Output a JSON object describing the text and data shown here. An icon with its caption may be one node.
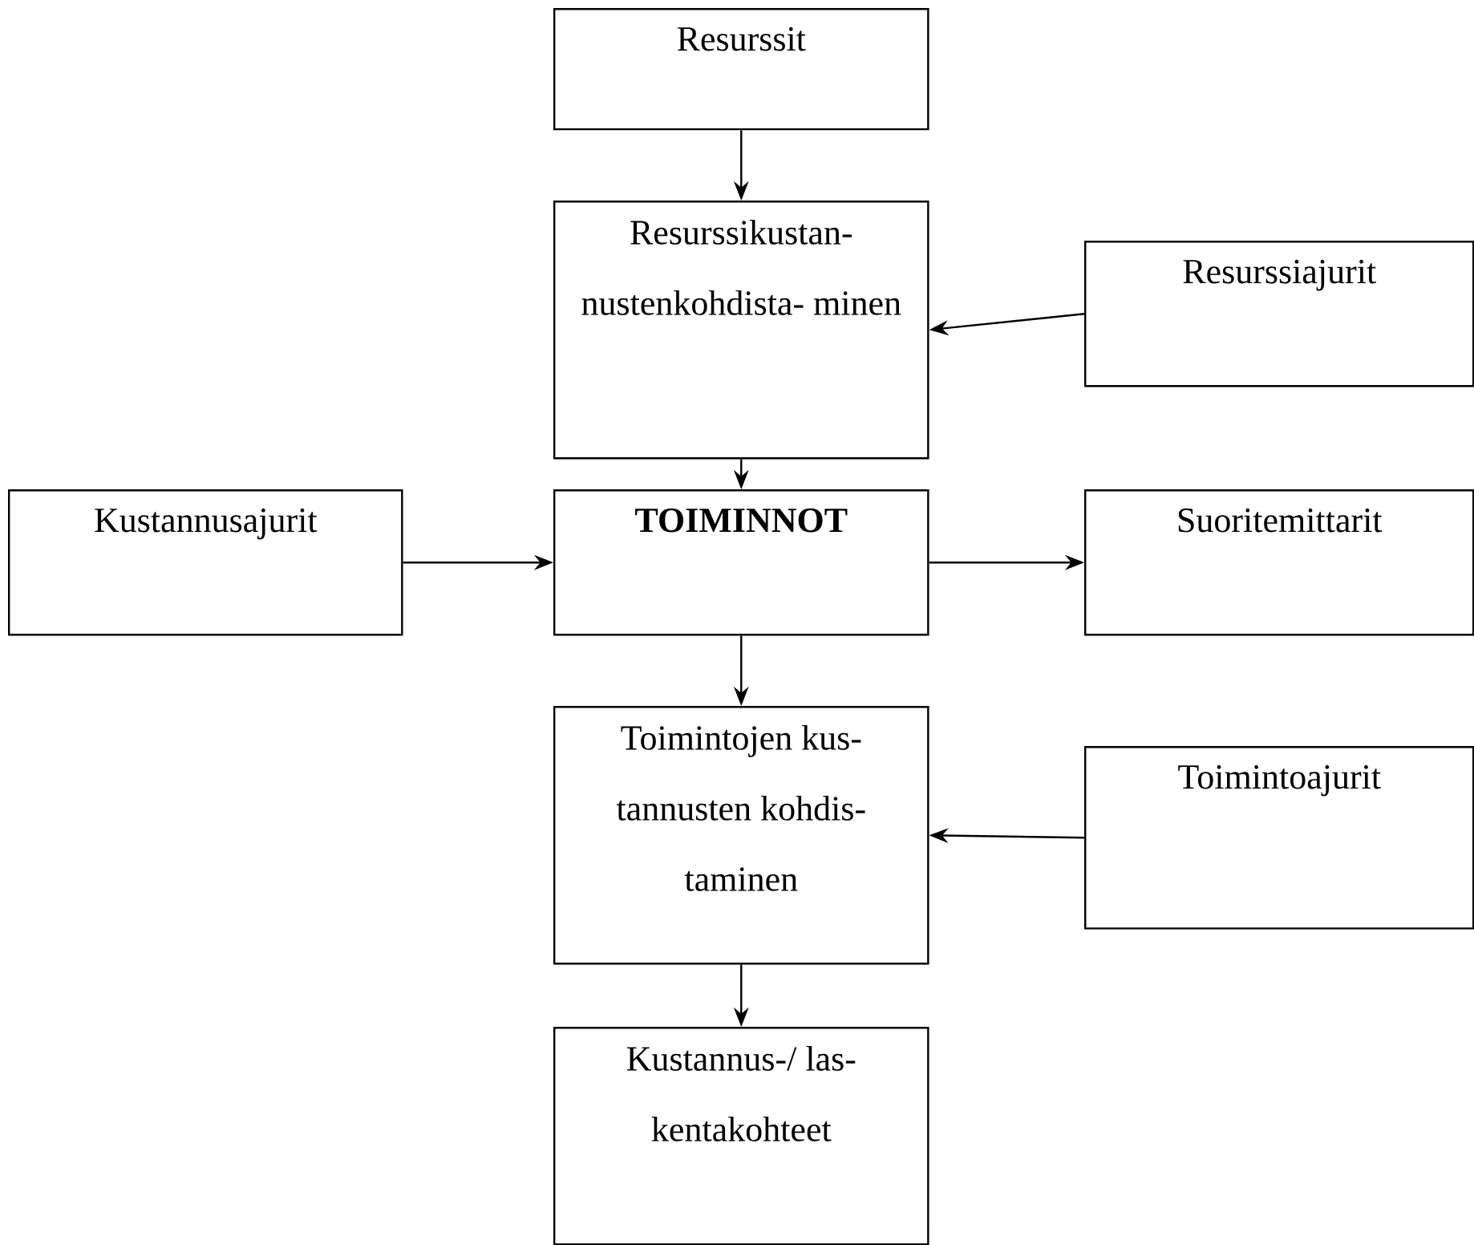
{
  "diagram": {
    "nodes": [
      {
        "text": [
          "Resurssit"
        ]
      },
      {
        "text": [
          "Resurssikustan- nustenkohdista- minen"
        ]
      },
      {
        "text": [
          "Resurssiajurit"
        ]
      },
      {
        "text": [
          "Kustannusajurit"
        ]
      },
      {
        "text": [
          "**TOIMINNOT**"
        ]
      },
      {
        "text": [
          "Suoritemittarit"
        ]
      },
      {
        "text": [
          "Toimintojen kus- tannusten kohdis- taminen"
        ]
      },
      {
        "text": [
          "Toimintoajurit"
        ]
      },
      {
        "text": [
          "Kustannus-/ las- kentakohteet"
        ]
      }
    ],
    "edges": [
      {
        "from": 0,
        "to": 1,
        "arrow": "to"
      },
      {
        "from": 2,
        "to": 1,
        "arrow": "to"
      },
      {
        "from": 1,
        "to": 4,
        "arrow": "to"
      },
      {
        "from": 3,
        "to": 4,
        "arrow": "to"
      },
      {
        "from": 4,
        "to": 5,
        "arrow": "to"
      },
      {
        "from": 4,
        "to": 6,
        "arrow": "to"
      },
      {
        "from": 7,
        "to": 6,
        "arrow": "to"
      },
      {
        "from": 6,
        "to": 8,
        "arrow": "to"
      }
    ]
  }
}
